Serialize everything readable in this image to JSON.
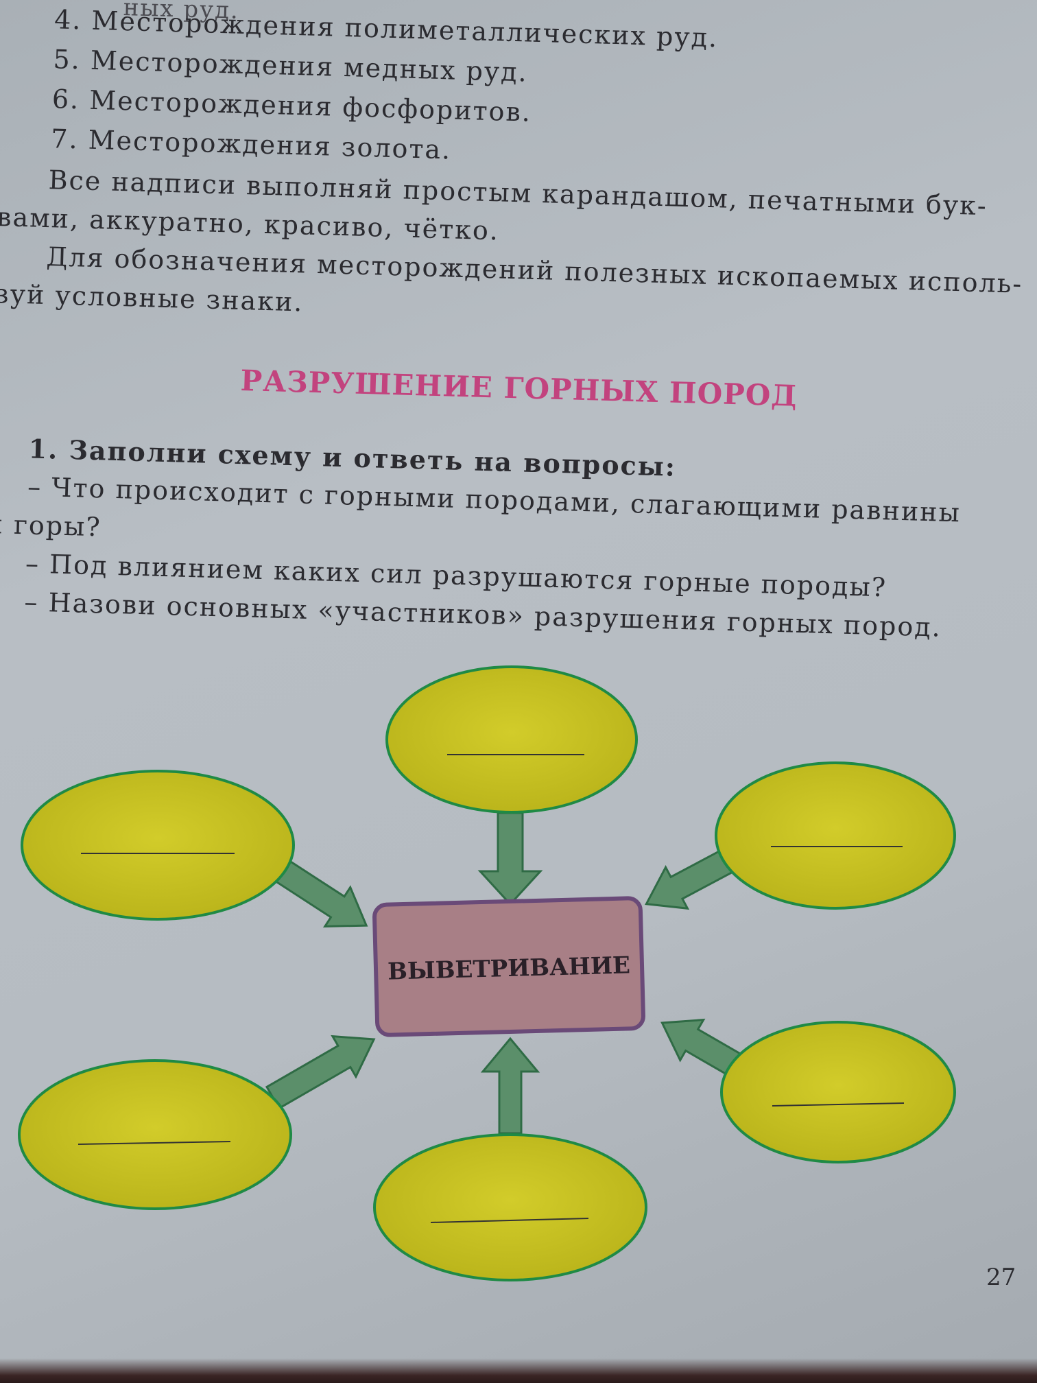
{
  "list": [
    {
      "num": "4.",
      "text": "Месторождения полиметаллических руд."
    },
    {
      "num": "5.",
      "text": "Месторождения медных руд."
    },
    {
      "num": "6.",
      "text": "Месторождения фосфоритов."
    },
    {
      "num": "7.",
      "text": "Месторождения золота."
    }
  ],
  "instructions": {
    "p1_line1": "Все надписи выполняй простым карандашом, печатными бук-",
    "p1_line2": "вами, аккуратно, красиво, чётко.",
    "p2_line1": "Для обозначения месторождений полезных ископаемых исполь-",
    "p2_line2": "зуй условные знаки."
  },
  "section_title": "РАЗРУШЕНИЕ ГОРНЫХ ПОРОД",
  "task": {
    "title": "1. Заполни схему и ответь на вопросы:",
    "q1_line1": "– Что происходит с горными породами, слагающими равнины",
    "q1_line2": "и горы?",
    "q2": "– Под влиянием каких сил разрушаются горные породы?",
    "q3": "– Назови основных «участников» разрушения горных пород."
  },
  "diagram": {
    "center_label": "ВЫВЕТРИВАНИЕ",
    "colors": {
      "ellipse_fill": "#c8c21f",
      "ellipse_stroke": "#1f8a45",
      "arrow_fill": "#5b8f6a",
      "arrow_stroke": "#2f6b45",
      "box_fill": "#a87f86",
      "box_stroke": "#6a4a78"
    }
  },
  "page_number": "27"
}
